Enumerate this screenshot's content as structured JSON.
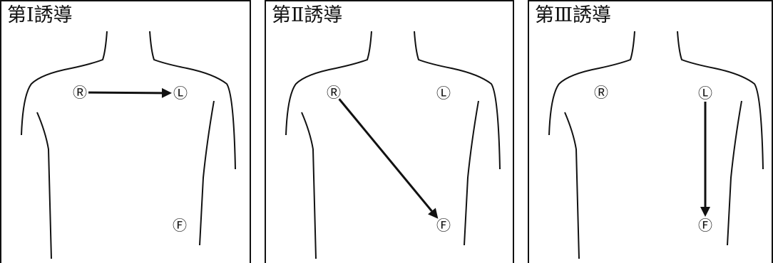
{
  "panels": [
    {
      "title": "第Ⅰ誘導",
      "labels": {
        "R": "Ⓡ",
        "L": "Ⓛ",
        "F": "Ⓕ"
      },
      "arrow": {
        "from": "R",
        "to": "L"
      }
    },
    {
      "title": "第Ⅱ誘導",
      "labels": {
        "R": "Ⓡ",
        "L": "Ⓛ",
        "F": "Ⓕ"
      },
      "arrow": {
        "from": "R",
        "to": "F"
      }
    },
    {
      "title": "第Ⅲ誘導",
      "labels": {
        "R": "Ⓡ",
        "L": "Ⓛ",
        "F": "Ⓕ"
      },
      "arrow": {
        "from": "L",
        "to": "F"
      }
    }
  ]
}
